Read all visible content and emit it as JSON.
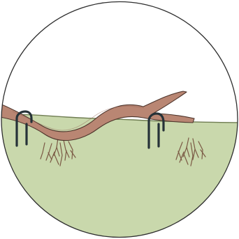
{
  "diagram": {
    "subject": "layering-illustration",
    "colors": {
      "background": "#ffffff",
      "sky": "#ffffff",
      "soil": "#c9d8ac",
      "soil_line": "#6f7d52",
      "branch_fill": "#b98673",
      "branch_outline": "#4d342b",
      "root": "#7b5a45",
      "pin": "#263238",
      "circle_outline": "#2f2f2f"
    },
    "elements": {
      "branch": "branch",
      "staples": [
        "left-garden-staple",
        "right-garden-staple"
      ],
      "root_clusters": [
        "left-root-cluster",
        "right-root-cluster"
      ],
      "ground": "soil-layer"
    }
  }
}
